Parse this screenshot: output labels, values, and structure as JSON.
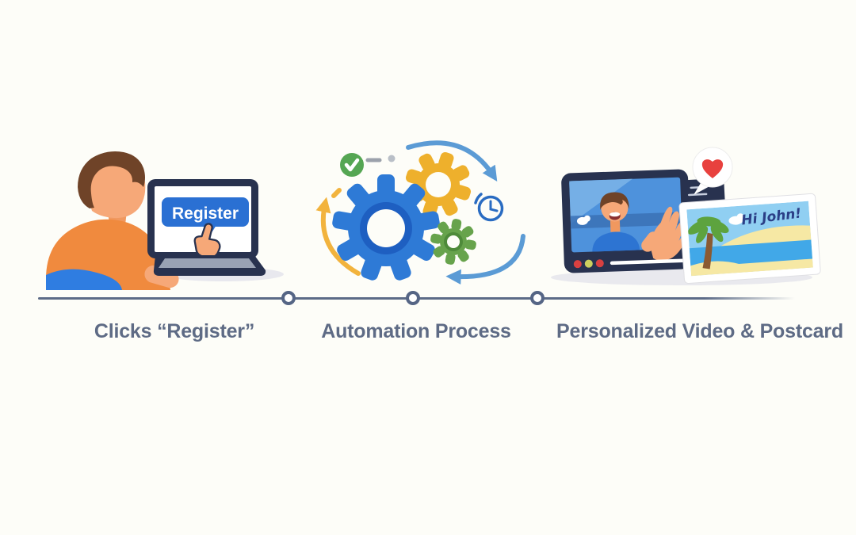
{
  "background": "#fdfdf8",
  "steps": [
    {
      "label": "Clicks “Register”",
      "illustration": "person-clicking-register-on-laptop"
    },
    {
      "label": "Automation Process",
      "illustration": "gears-automation-cycle"
    },
    {
      "label": "Personalized Video & Postcard",
      "illustration": "video-player-and-postcard"
    }
  ],
  "illustrations": {
    "register_button_text": "Register",
    "postcard_greeting": "Hi John!"
  },
  "timeline": {
    "nodes": 3,
    "line_color": "#5c6b87",
    "node_fill": "#ffffff"
  },
  "colors": {
    "label_text": "#5e6b85",
    "primary_blue": "#2e7ad6",
    "navy_frame": "#28324f",
    "shirt_orange": "#f08a3e",
    "skin": "#f6a878",
    "hair_brown": "#6f4328",
    "gear_yellow": "#eeb02c",
    "gear_green": "#67a34c",
    "check_green": "#55a653",
    "arrow_blue": "#5b9bd5",
    "arrow_orange": "#f2b33d",
    "heart_red": "#e8413e",
    "postcard_sky": "#90cff2",
    "postcard_sea": "#41a8e8",
    "postcard_sand": "#f6e8a4"
  },
  "icons": [
    "check-icon",
    "clock-icon",
    "gear-icons",
    "cycle-arrow-icons",
    "heart-icon",
    "cursor-hand-icon",
    "palm-tree-icon",
    "cloud-icon"
  ]
}
